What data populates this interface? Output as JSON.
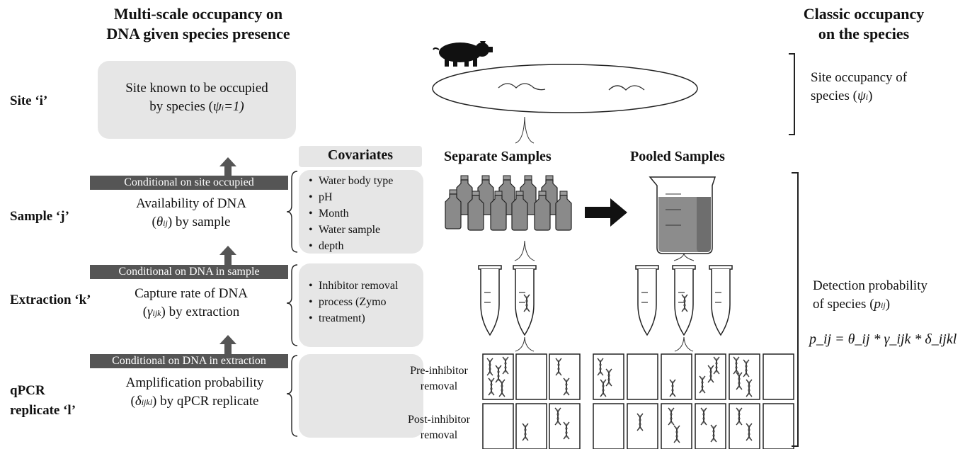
{
  "left_title": [
    "Multi-scale occupancy on",
    "DNA given species presence"
  ],
  "right_title": [
    "Classic occupancy",
    "on the species"
  ],
  "levels": {
    "site": "Site ‘i’",
    "sample": "Sample ‘j’",
    "extraction": "Extraction ‘k’",
    "qpcr_line1": "qPCR",
    "qpcr_line2": "replicate ‘l’"
  },
  "boxes": {
    "site_line1": "Site known to be occupied",
    "site_line2_prefix": "by species (",
    "site_line2_suffix": "=1)",
    "sample_line1": "Availability of DNA",
    "sample_line2_suffix": ") by sample",
    "extraction_line1": "Capture rate of DNA",
    "extraction_line2_suffix": ") by extraction",
    "qpcr_line1": "Amplification probability",
    "qpcr_line2_suffix": ") by qPCR replicate"
  },
  "conditions": {
    "site": "Conditional on site occupied",
    "sample": "Conditional on DNA in sample",
    "extraction": "Conditional on DNA in extraction"
  },
  "covariates": {
    "header": "Covariates",
    "sample_items": [
      "Water body type",
      "pH",
      "Month",
      "Water sample",
      "depth"
    ],
    "extraction_items": [
      "Inhibitor removal",
      "process (Zymo",
      "treatment)"
    ]
  },
  "samples": {
    "separate": "Separate Samples",
    "pooled": "Pooled Samples"
  },
  "plate_labels": {
    "pre_line1": "Pre-inhibitor",
    "pre_line2": "removal",
    "post_line1": "Post-inhibitor",
    "post_line2": "removal"
  },
  "right_side": {
    "site_line1": "Site occupancy of",
    "site_line2_prefix": "species (",
    "site_line2_suffix": ")",
    "detect_line1": "Detection probability",
    "detect_line2_prefix": "of species (",
    "detect_line2_suffix": ")",
    "formula": "p_ij = θ_ij * γ_ijk * δ_ijkl"
  },
  "symbols": {
    "psi": "ψ",
    "theta": "θ",
    "gamma": "γ",
    "delta": "δ",
    "p": "p",
    "i": "i",
    "ij": "ij",
    "ijk": "ijk",
    "ijkl": "ijkl"
  },
  "colors": {
    "box": "#e6e6e6",
    "bar": "#555555",
    "bottle": "#8a8a8a",
    "liquid": "#8c8c8c"
  }
}
